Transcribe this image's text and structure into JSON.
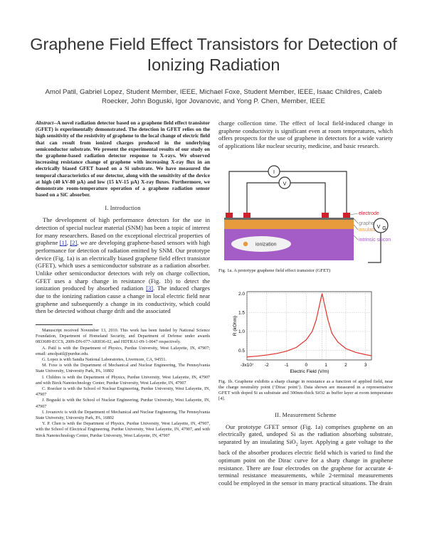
{
  "paper": {
    "title": "Graphene Field Effect Transistors for Detection of Ionizing Radiation",
    "authors": "Amol Patil, Gabriel Lopez, Student Member, IEEE, Michael Foxe, Student Member, IEEE, Isaac Childres, Caleb Roecker, John Boguski, Igor Jovanovic, and Yong P. Chen, Member, IEEE"
  },
  "abstract": {
    "label": "Abstract",
    "text": "--A novel radiation detector based on a graphene field effect transistor (GFET) is experimentally demonstrated. The detection in GFET relies on the high sensitivity of the resistivity of graphene to the local change of electric field that can result from ionized charges produced in the underlying semiconductor substrate. We present the experimental results of our study on the graphene-based radiation detector response to X-rays. We observed increasing resistance change of graphene with increasing X-ray flux in an electrically biased GFET based on a Si substrate. We have measured the temporal characteristics of our detector, along with the sensitivity of the device at high (40 kV-80 μA) and low (15 kV-15 μA) X-ray fluxes. Furthermore, we demonstrate room-temperature operation of a graphene radiation sensor based on a SiC absorber."
  },
  "intro": {
    "heading": "I. Introduction",
    "p1a": "The development of high performance detectors for the use in detection of special nuclear material (SNM) has been a topic of interest for many researchers. Based on the exceptional electrical properties of graphene ",
    "ref1": "[1]",
    "sep": ", ",
    "ref2": "[2]",
    "p1b": ", we are developing graphene-based sensors with high performance for detection of radiation emitted by SNM. Our prototype device (Fig. 1a) is an electrically biased graphene field effect transistor (GFET), which uses a semiconductor substrate as a radiation absorber. Unlike other semiconductor detectors with rely on charge collection, GFET uses a sharp change in resistance (Fig. 1b) to detect the ionization produced by absorbed radiation ",
    "ref3": "[3]",
    "p1c": ". The induced charges due to the ionizing radiation cause a change in local electric field near graphene and subsequently a change in its conductivity, which could then be detected without charge drift and the associated",
    "cont": "charge collection time. The effect of local field-induced change in graphene conductivity is significant even at room temperatures, which offers prospects for the use of graphene in detectors for a wide variety of applications like nuclear security, medicine, and basic research."
  },
  "footnotes": [
    "Manuscript received November 13, 2010. This work has been funded by National Science Foundation, Department of Homeland Security, and Department of Defense under awards 0833689-ECCS, 2009-DN-077-ARI036-02, and HDTRA1-09-1-0047 respectively.",
    "A. Patil is with the Department of Physics, Purdue University, West Lafayette, IN, 47907; email: amolpatil@purdue.edu.",
    "G. Lopez is with Sandia National Laboratories, Livermore, CA, 94551.",
    "M. Foxe is with the Department of Mechanical and Nuclear Engineering, The Pennsylvania State University, University Park, PA, 16802",
    "I. Childres is with the Department of Physics, Purdue University, West Lafayette, IN, 47907 and with Birck Nanotechnology Center, Purdue University, West Lafayette, IN, 47907",
    "C. Roecker is with the School of Nuclear Engineering, Purdue University, West Lafayette, IN, 47907",
    "J. Boguski is with the School of Nuclear Engineering, Purdue University, West Lafayette, IN, 47907",
    "I. Jovanovic is with the Department of Mechanical and Nuclear Engineering, The Pennsylvania State University, University Park, PA, 16802",
    "Y. P. Chen is with the Department of Physics, Purdue University, West Lafayette, IN, 47907, with the School of Electrical Engineering, Purdue University, West Lafayette, IN, 47907, and with Birck Nanotechnology Center, Purdue University, West Lafayette, IN, 47907"
  ],
  "fig1a": {
    "labels": {
      "electrode": "electrode",
      "graphene": "graphene",
      "insulator": "insulator",
      "intrinsic": "intrinsic silicon",
      "ionization": "ionization",
      "v": "V",
      "vg": "V",
      "vg_sub": "G"
    },
    "caption": "Fig. 1a. A prototype graphene field effect transistor (GFET)",
    "colors": {
      "electrode": "#d0202a",
      "graphene": "#6a6a6a",
      "insulator": "#e89b3c",
      "silicon": "#a45cc6",
      "ionization": "#f2f2f2"
    }
  },
  "chart_data": {
    "type": "line",
    "xlabel": "Electric Field (V/m)",
    "ylabel": "R (kOhm)",
    "x_tick_labels": [
      "-3x10⁷",
      "-2",
      "-1",
      "0",
      "1",
      "2",
      "3"
    ],
    "x_ticks": [
      -3,
      -2,
      -1,
      0,
      1,
      2,
      3
    ],
    "y_tick_labels": [
      "0.5",
      "1.0",
      "1.5",
      "2.0"
    ],
    "y_ticks": [
      0.5,
      1.0,
      1.5,
      2.0
    ],
    "xlim": [
      -3,
      3.3
    ],
    "ylim": [
      0.25,
      2.05
    ],
    "peak_x": 0.8,
    "series": [
      {
        "color": "#e0302a",
        "x": [
          -3.0,
          -2.5,
          -2.0,
          -1.5,
          -1.0,
          -0.5,
          0.0,
          0.3,
          0.5,
          0.65,
          0.8,
          0.95,
          1.1,
          1.3,
          1.6,
          2.0,
          2.5,
          3.0,
          3.3
        ],
        "y": [
          0.33,
          0.35,
          0.38,
          0.42,
          0.48,
          0.58,
          0.78,
          1.0,
          1.3,
          1.65,
          2.0,
          1.65,
          1.3,
          0.95,
          0.72,
          0.55,
          0.45,
          0.39,
          0.36
        ]
      }
    ],
    "caption": "Fig. 1b. Graphene exhibits a sharp change in resistance as a function of applied field, near the charge neutrality point (‘Dirac point’). Data shown are measured in a representative GFET with doped Si as substrate and 300nm-thick SiO2 as buffer layer at room temperature [4]."
  },
  "measurement": {
    "heading": "II. Measurement Scheme",
    "p1a": "Our prototype GFET sensor (Fig. 1a) comprises graphene on an electrically gated, undoped Si as the radiation absorbing substrate, separated by an insulating SiO",
    "sub2": "2",
    "p1b": " layer. Applying a gate voltage to the back of the absorber produces electric field which is varied to find the optimum point on the Dirac curve for a sharp change in graphene resistance. There are four electrodes on the graphene for accurate 4-terminal resistance measurements, while 2-terminal measurements could be employed in the sensor in many practical situations. The drain"
  }
}
